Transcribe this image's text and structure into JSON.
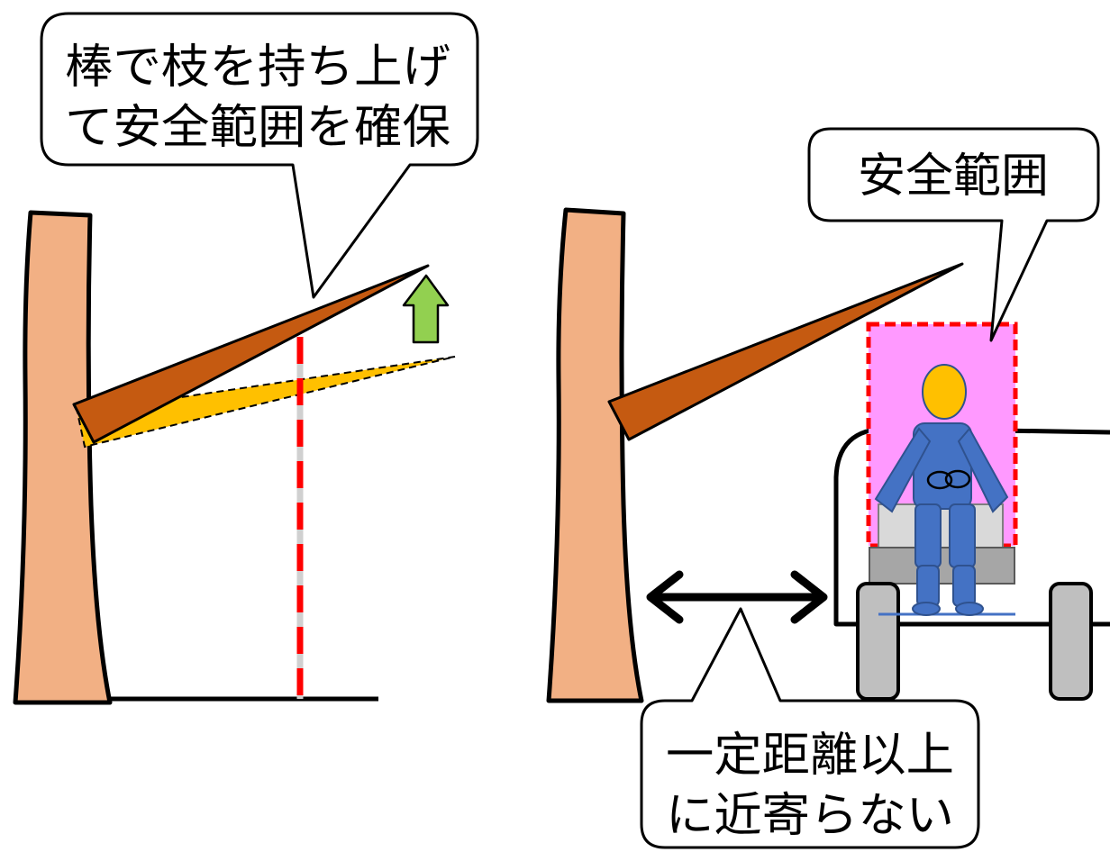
{
  "callouts": {
    "lift_branch": {
      "line1": "棒で枝を持ち上げ",
      "line2": "て安全範囲を確保"
    },
    "safe_zone": {
      "label": "安全範囲"
    },
    "keep_distance": {
      "line1": "一定距離以上",
      "line2": "に近寄らない"
    }
  },
  "colors": {
    "trunk": "#f2b084",
    "branch": "#c55a11",
    "branch_original": "#ffc000",
    "arrow_up": "#92d050",
    "pole_red": "#ff0000",
    "pole_gray": "#d0d0d0",
    "safe_zone_fill": "#ff99ff",
    "safe_zone_border": "#ff0000",
    "worker": "#4472c4",
    "worker_head": "#ffc000",
    "wheel": "#bfbfbf",
    "seat": "#a6a6a6"
  }
}
